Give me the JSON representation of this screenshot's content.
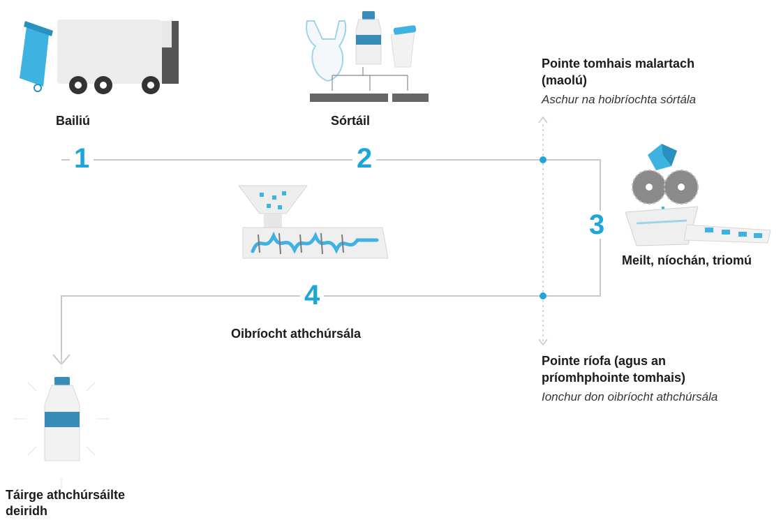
{
  "steps": [
    {
      "number": "1",
      "label": "Bailiú"
    },
    {
      "number": "2",
      "label": "Sórtáil"
    },
    {
      "number": "3",
      "label": "Meilt, níochán, triomú"
    },
    {
      "number": "4",
      "label": "Oibríocht athchúrsála"
    }
  ],
  "final_product": {
    "line1": "Táirge athchúrsáilte",
    "line2": "deiridh"
  },
  "measure_points": {
    "alternative": {
      "title_line1": "Pointe tomhais malartach",
      "title_line2": "(maolú)",
      "subtitle": "Aschur na hoibríochta sórtála"
    },
    "calculation": {
      "title_line1": "Pointe ríofa (agus an",
      "title_line2": "príomhphointe tomhais)",
      "subtitle": "Ionchur don oibríocht athchúrsála"
    }
  },
  "icons": {
    "step1": "garbage-truck-icon",
    "step2": "sorting-items-icon",
    "step3": "grinding-machine-icon",
    "step4": "extruder-icon",
    "final": "bottle-icon"
  },
  "colors": {
    "accent": "#1fa6d8",
    "line": "#c8c8c8",
    "dark": "#4a4a4a",
    "light": "#ececec"
  }
}
